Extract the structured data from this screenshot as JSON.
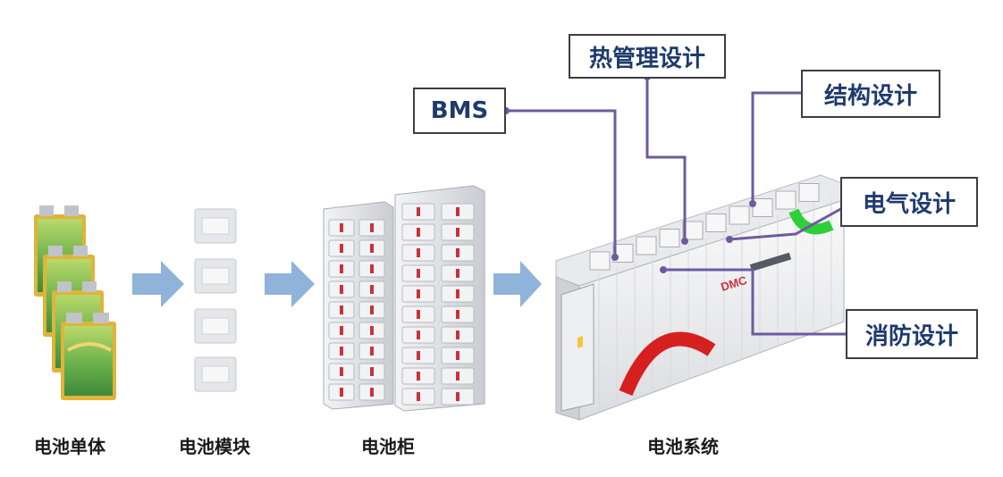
{
  "stages": {
    "cell": "电池单体",
    "module": "电池模块",
    "cabinet": "电池柜",
    "system": "电池系统"
  },
  "callouts": {
    "thermal": "热管理设计",
    "bms": "BMS",
    "structure": "结构设计",
    "electrical": "电气设计",
    "fire": "消防设计"
  },
  "container_brand": "DMC",
  "colors": {
    "arrow": "#8fb3d9",
    "connector": "#6e5aa0",
    "callout_text": "#1e3a6e",
    "cell_green": "#6ab04c",
    "cell_gold": "#e0b33a",
    "cabinet_red": "#c8323a",
    "container_red": "#d62020",
    "container_green": "#2fcf3a"
  }
}
